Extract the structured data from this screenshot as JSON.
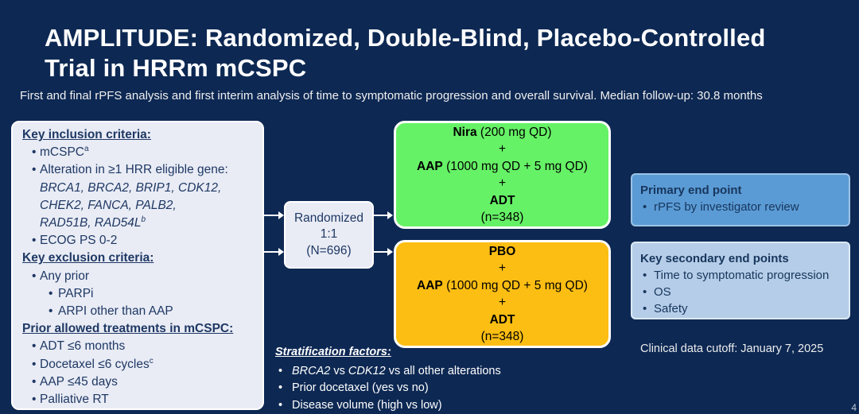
{
  "slide": {
    "title": "AMPLITUDE: Randomized, Double-Blind, Placebo-Controlled Trial in HRRm mCSPC",
    "subtitle": "First and final rPFS analysis and first interim analysis of time to symptomatic progression and overall survival. Median follow-up: 30.8 months",
    "cutoff_note": "Clinical data cutoff: January 7, 2025",
    "page_number": "4"
  },
  "colors": {
    "background": "#0D2853",
    "panel_light": "#E9ECF5",
    "arm_nira_green": "#66F266",
    "arm_pbo_orange": "#FCBE13",
    "endpoint_primary_blue": "#5B9BD5",
    "endpoint_secondary_blue": "#B5CDE8",
    "text_navy": "#1F3864",
    "text_white": "#FFFFFF"
  },
  "criteria_panel": {
    "inclusion": {
      "header": "Key inclusion criteria:",
      "item_mcspc": "mCSPC",
      "item_mcspc_sup": "a",
      "item_alteration": "Alteration in ≥1 HRR eligible gene:",
      "genes": "BRCA1, BRCA2, BRIP1, CDK12, CHEK2, FANCA, PALB2, RAD51B, RAD54L",
      "genes_sup": "b",
      "item_ecog": "ECOG PS 0-2"
    },
    "exclusion": {
      "header": "Key exclusion criteria:",
      "item_any_prior": "Any prior",
      "sub_parpi": "PARPi",
      "sub_arpi": "ARPI other than AAP"
    },
    "prior_allowed": {
      "header": "Prior allowed treatments in mCSPC:",
      "item_adt": "ADT ≤6 months",
      "item_docetaxel": "Docetaxel ≤6 cycles",
      "item_docetaxel_sup": "c",
      "item_aap": "AAP ≤45 days",
      "item_rt": "Palliative RT"
    }
  },
  "randomization": {
    "line1": "Randomized",
    "line2": "1:1",
    "line3": "(N=696)"
  },
  "arms": {
    "nira": {
      "drug1": "Nira",
      "drug1_dose": " (200 mg QD)",
      "plus1": "+",
      "drug2": "AAP",
      "drug2_dose": " (1000 mg QD + 5 mg QD)",
      "plus2": "+",
      "drug3": "ADT",
      "n": "(n=348)"
    },
    "pbo": {
      "drug1": "PBO",
      "plus1": "+",
      "drug2": "AAP",
      "drug2_dose": " (1000 mg QD + 5 mg QD)",
      "plus2": "+",
      "drug3": "ADT",
      "n": "(n=348)"
    }
  },
  "endpoints": {
    "primary": {
      "header": "Primary end point",
      "item1": "rPFS by investigator review"
    },
    "secondary": {
      "header": "Key secondary end points",
      "item1": "Time to symptomatic progression",
      "item2": "OS",
      "item3": "Safety"
    }
  },
  "stratification": {
    "header": "Stratification factors:",
    "factor1_gene1": "BRCA2",
    "factor1_mid": " vs ",
    "factor1_gene2": "CDK12",
    "factor1_rest": " vs all other alterations",
    "factor2": "Prior docetaxel (yes vs no)",
    "factor3": "Disease volume (high vs low)"
  }
}
